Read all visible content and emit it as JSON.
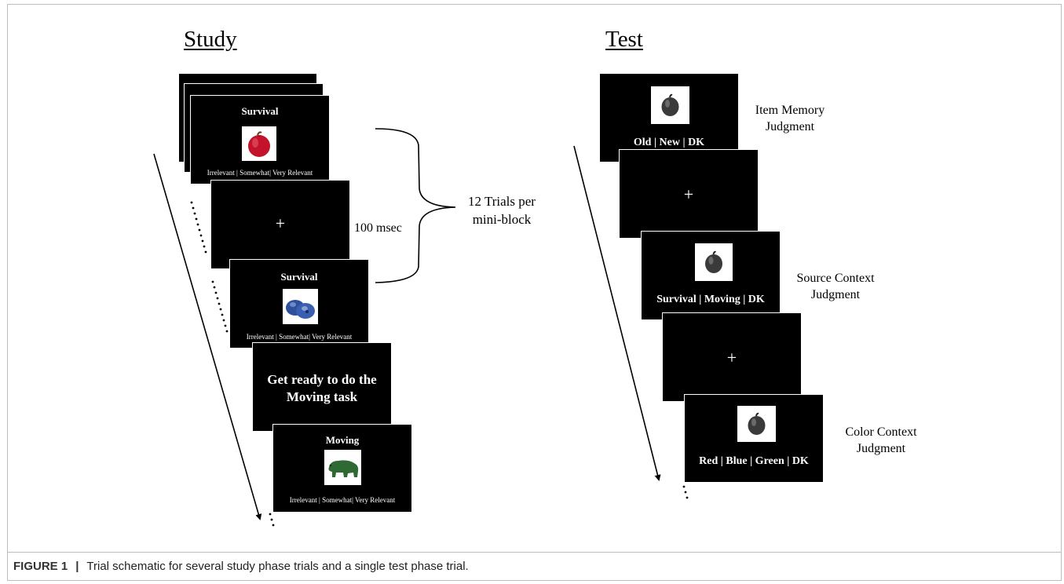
{
  "study": {
    "heading": "Study",
    "trial1": {
      "task": "Survival",
      "scale": "Irrelevant | Somewhat| Very Relevant",
      "image": "red-apple"
    },
    "fixation": "+",
    "duration": "100 msec",
    "trial2": {
      "task": "Survival",
      "scale": "Irrelevant | Somewhat| Very Relevant",
      "image": "blue-blueberries"
    },
    "switch_message": "Get ready to do the Moving task",
    "trial3": {
      "task": "Moving",
      "scale": "Irrelevant | Somewhat| Very Relevant",
      "image": "green-bear"
    },
    "brace_label": "12 Trials per mini-block"
  },
  "test": {
    "heading": "Test",
    "item": {
      "response": "Old | New | DK",
      "label": "Item Memory Judgment",
      "image": "grayscale-apple"
    },
    "fixation1": "+",
    "source": {
      "response": "Survival | Moving | DK",
      "label": "Source Context Judgment",
      "image": "grayscale-apple"
    },
    "fixation2": "+",
    "color": {
      "response": "Red | Blue | Green | DK",
      "label": "Color Context Judgment",
      "image": "grayscale-apple"
    }
  },
  "caption": {
    "label": "FIGURE 1",
    "separator": "|",
    "text": "Trial schematic for several study phase trials and a single test phase trial."
  }
}
